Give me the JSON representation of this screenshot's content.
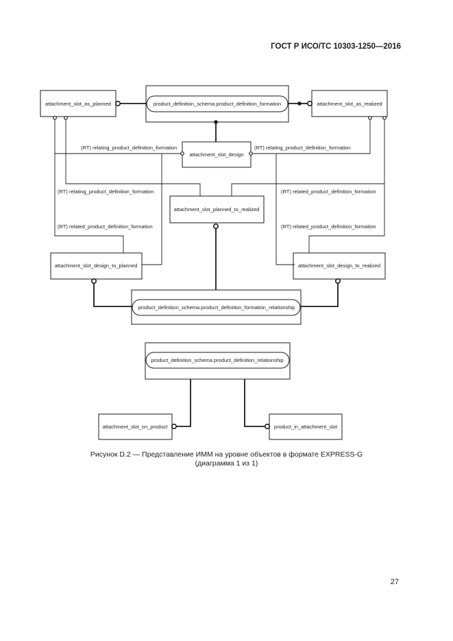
{
  "header": {
    "standard": "ГОСТ Р ИСО/ТС 10303-1250—2016"
  },
  "diagram1": {
    "entities": {
      "as_planned": "attachment_slot_as_planned",
      "formation": "product_definition_schema.product_definition_formation",
      "as_realized": "attachment_slot_as_realized",
      "design": "attachment_slot_design",
      "planned_to_realized": "attachment_slot_planned_to_realized",
      "design_to_planned": "attachment_slot_design_to_planned",
      "design_to_realized": "attachment_slot_design_to_realized",
      "formation_relationship": "product_definition_schema.product_definition_formation_relationship"
    },
    "labels": {
      "rt_relating_left": "(RT) relating_product_definition_formation",
      "rt_relating_right": "(RT) relating_product_definition_formation",
      "rt_relating_mid_left": "(RT) relating_product_definition_formation",
      "rt_related_mid_right": "(RT) related_product_definition_formation",
      "rt_related_low_left": "(RT) related_product_definition_formation",
      "rt_related_low_right": "(RT) related_product_definition_formation"
    }
  },
  "diagram2": {
    "entities": {
      "relationship": "product_definition_schema.product_definition_relationship",
      "on_product": "attachment_slot_on_product",
      "in_attachment_slot": "product_in_attachment_slot"
    }
  },
  "caption": {
    "line1": "Рисунок D.2 — Представление ИММ на уровне объектов в формате EXPRESS-G",
    "line2": "(диаграмма 1 из 1)"
  },
  "page_number": "27"
}
